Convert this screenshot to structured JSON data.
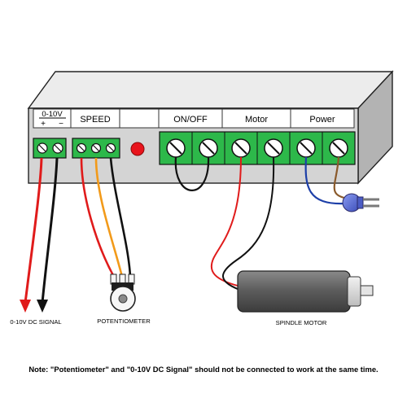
{
  "header_labels": {
    "input": "0-10V",
    "input_plus": "+",
    "input_minus": "−",
    "speed": "SPEED",
    "onoff": "ON/OFF",
    "motor": "Motor",
    "power": "Power"
  },
  "captions": {
    "dc_signal": "0-10V DC SIGNAL",
    "potentiometer": "POTENTIOMETER",
    "spindle_motor": "SPINDLE MOTOR"
  },
  "note": "Note: \"Potentiometer\" and \"0-10V DC Signal\" should not be connected to work at the same time.",
  "colors": {
    "box_front": "#d4d4d4",
    "box_top": "#ececec",
    "box_side": "#b3b3b3",
    "terminal_green": "#2db84a",
    "indicator_red": "#e8141c",
    "wire_red": "#e01b1b",
    "wire_black": "#111111",
    "wire_orange": "#f29a1a",
    "wire_blue": "#1d3fa8",
    "wire_brown": "#8a5a2b",
    "motor_body": "#6e6e6e",
    "plug_blue": "#5b6fd6"
  }
}
